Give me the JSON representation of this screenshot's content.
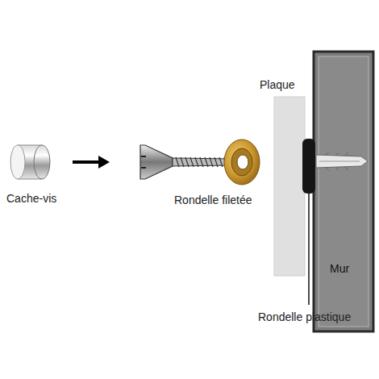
{
  "diagram": {
    "nodes": [
      {
        "text": [
          "Mur"
        ]
      }
    ],
    "labels": [
      "Cache-vis",
      "Rondelle filetée",
      "Plaque",
      "Rondelle plastique"
    ]
  }
}
